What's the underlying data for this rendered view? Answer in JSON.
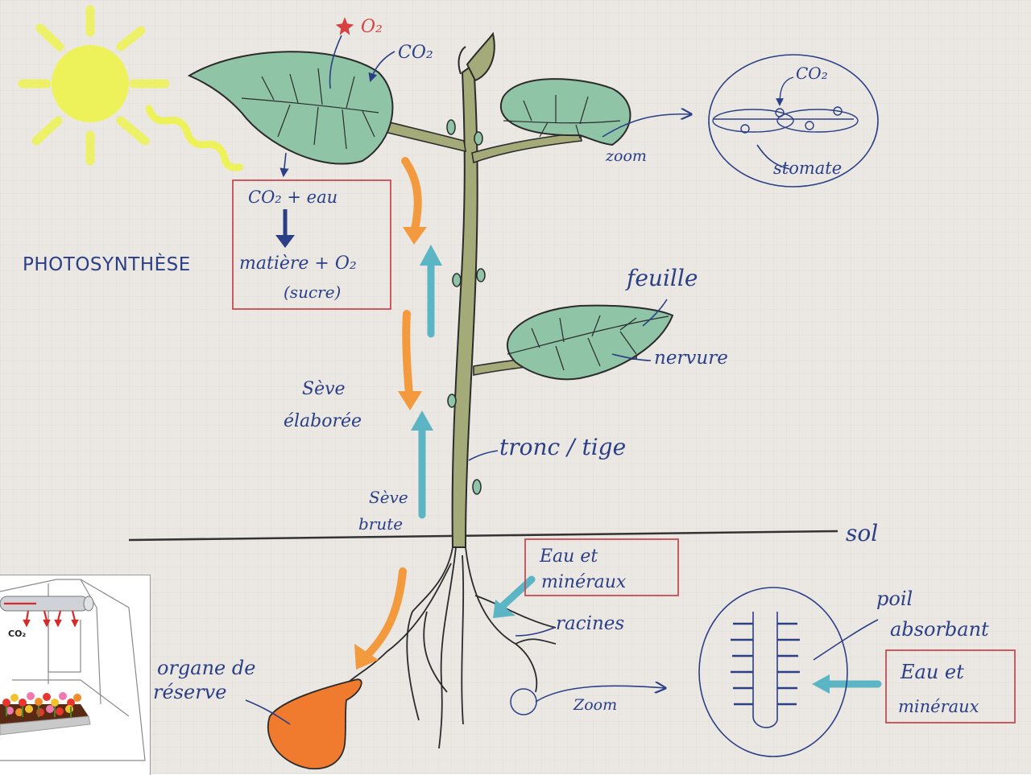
{
  "labels": {
    "o2_top": "O₂",
    "co2_leaf": "CO₂",
    "reactants": "CO₂ + eau",
    "products": "matière + O₂",
    "sugar": "(sucre)",
    "photosynthesis": "PHOTOSYNTHÈSE",
    "zoom_top": "zoom",
    "co2_stomate": "CO₂",
    "stomate": "stomate",
    "feuille": "feuille",
    "nervure": "nervure",
    "seve_elaboree_1": "Sève",
    "seve_elaboree_2": "élaborée",
    "tronc_tige": "tronc / tige",
    "seve_brute_1": "Sève",
    "seve_brute_2": "brute",
    "sol": "sol",
    "eau_mineraux_1": "Eau et",
    "eau_mineraux_2": "minéraux",
    "racines": "racines",
    "organe_1": "organe de",
    "organe_2": "réserve",
    "zoom_bottom": "Zoom",
    "poil_1": "poil",
    "poil_2": "absorbant",
    "eau_mineraux_3": "Eau et",
    "eau_mineraux_4": "minéraux",
    "inset_co2": "CO₂"
  },
  "colors": {
    "paper": "#ebe8e4",
    "leaf": "#8fc4a7",
    "stem": "#a5ab78",
    "ink": "#2a3f86",
    "orange": "#f39a3e",
    "teal": "#5cb5c4",
    "sun": "#eef25a",
    "box_red": "#c94a4f",
    "reserve_organ": "#f07b2e",
    "o2_star": "#d84040"
  },
  "icons": [
    "sun-icon",
    "greenhouse-icon",
    "flowers-icon"
  ]
}
